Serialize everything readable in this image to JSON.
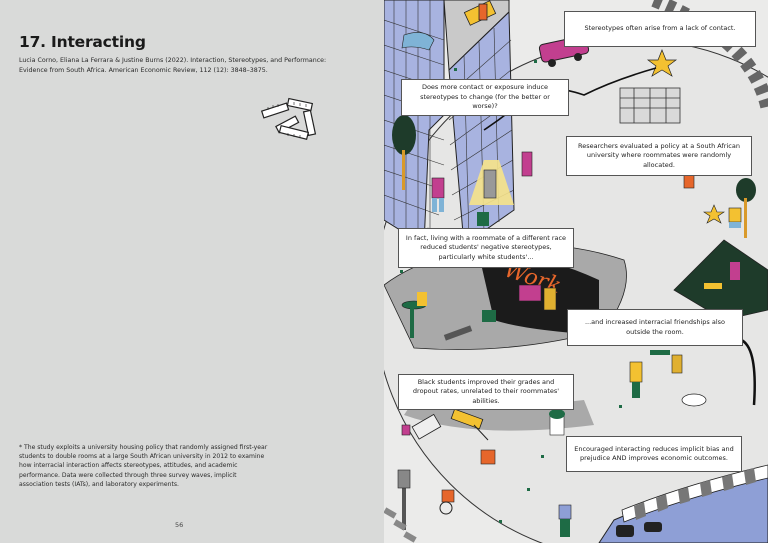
{
  "left_page": {
    "chapter_title": "17. Interacting",
    "citation": "Lucia Corno, Eliana La Ferrara & Justine Burns (2022). Interaction, Stereotypes, and Performance: Evidence from South Africa. American Economic Review, 112 (12): 3848–3875.",
    "illustration_icon": "measuring-tape-rulers-icon",
    "footnote": "* The study exploits a university housing policy that randomly assigned first-year students to double rooms at a large South African university in 2012 to examine how interracial interaction affects stereotypes, attitudes, and academic performance. Data were collected through three survey waves, implicit association tests (IATs), and laboratory experiments.",
    "page_number": "56"
  },
  "right_page": {
    "captions": [
      "Stereotypes often arise from a lack of contact.",
      "Does more contact or exposure induce stereotypes to change (for the better or worse)?",
      "Researchers evaluated a policy at a South African university where roommates were randomly allocated.",
      "In fact, living with a roommate of a different race reduced students' negative stereotypes, particularly white students'...",
      "...and increased interracial friendships also outside the room.",
      "Black students improved their grades and dropout rates, unrelated to their roommates' abilities.",
      "Encouraged interacting reduces implicit bias and prejudice AND improves economic outcomes."
    ],
    "signs": {
      "work": "Work"
    },
    "colors": {
      "building": "#a8b3e0",
      "bus": "#c23f8f",
      "star": "#f3c131",
      "grass": "#1e6b45",
      "orange": "#e6662b",
      "page_bg": "#d9dad9",
      "illustration_bg": "#ebebea"
    }
  }
}
